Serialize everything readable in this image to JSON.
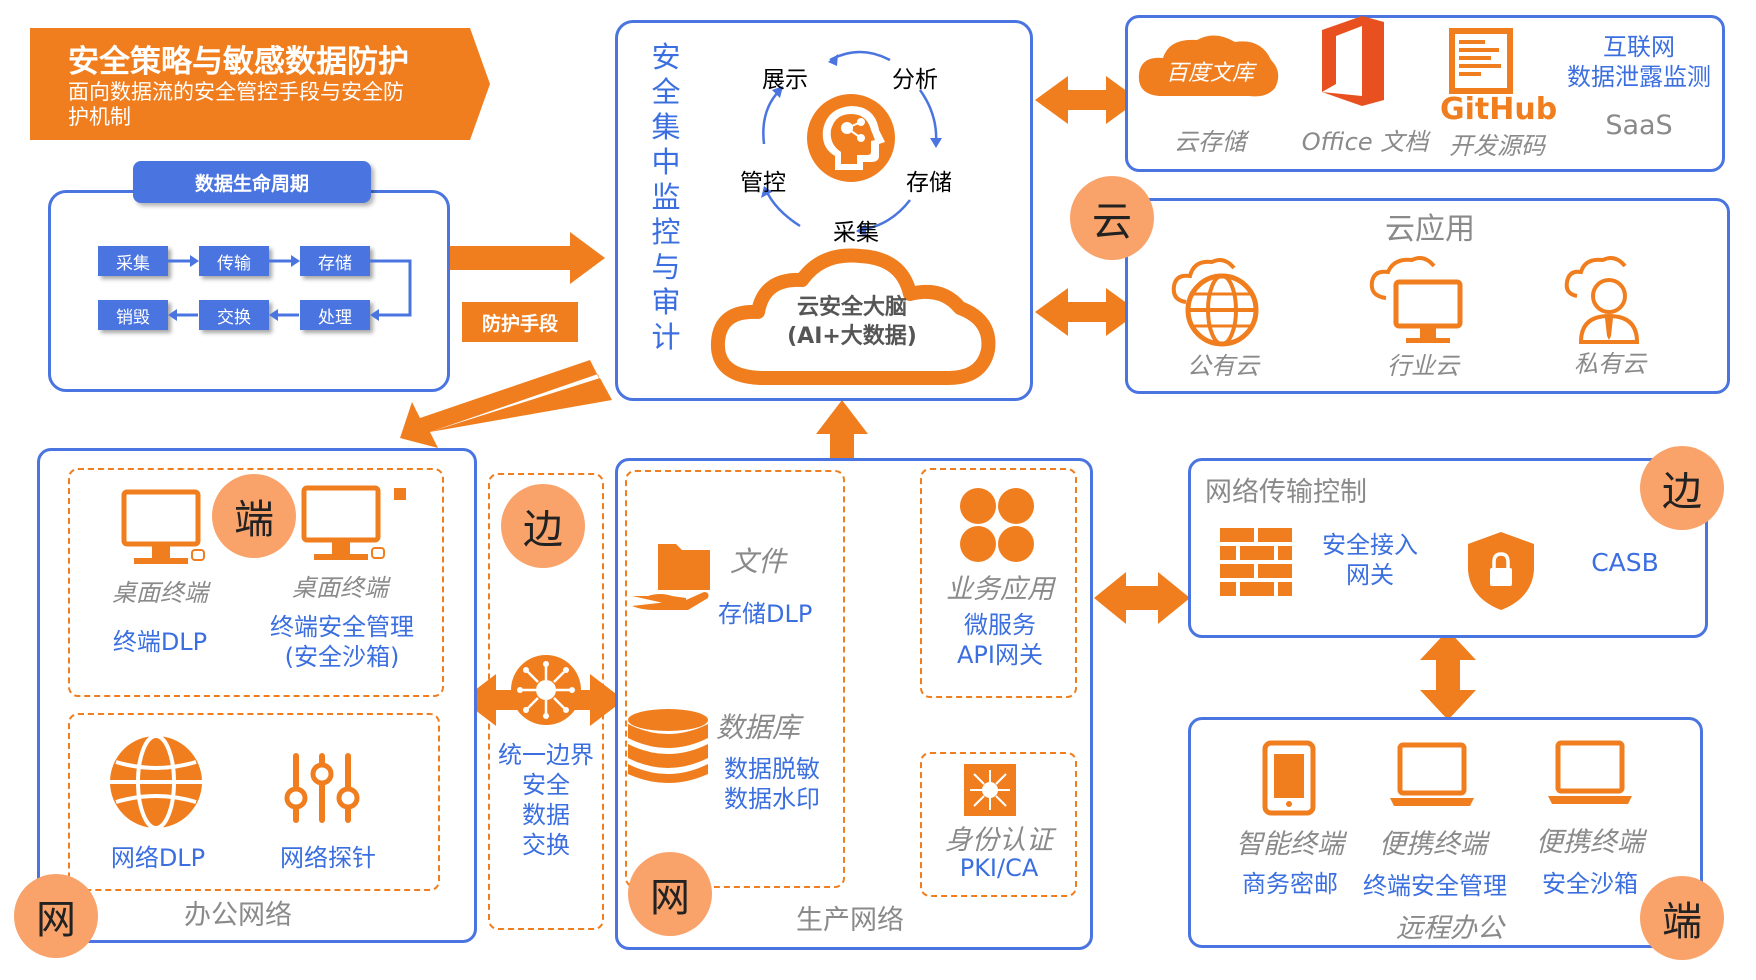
{
  "title": {
    "main": "安全策略与敏感数据防护",
    "sub_line1": "面向数据流的安全管控手段与安全防",
    "sub_line2": "护机制"
  },
  "lifecycle": {
    "header": "数据生命周期",
    "steps": [
      "采集",
      "传输",
      "存储",
      "销毁",
      "交换",
      "处理"
    ],
    "protect_label": "防护手段"
  },
  "center": {
    "vertical_title": [
      "安",
      "全",
      "集",
      "中",
      "监",
      "控",
      "与",
      "审",
      "计"
    ],
    "cycle": [
      "展示",
      "分析",
      "存储",
      "采集",
      "管控"
    ],
    "brain_line1": "云安全大脑",
    "brain_line2": "(AI+大数据)"
  },
  "saas": {
    "baidu": "百度文库",
    "items": [
      {
        "label": "云存储"
      },
      {
        "label": "Office 文档"
      },
      {
        "label": "开发源码"
      }
    ],
    "github_text": "GitHub",
    "dlp_line1": "互联网",
    "dlp_line2": "数据泄露监测",
    "saas_label": "SaaS"
  },
  "cloud": {
    "badge": "云",
    "title": "云应用",
    "items": [
      "公有云",
      "行业云",
      "私有云"
    ]
  },
  "office": {
    "badge_top": "端",
    "badge_bottom": "网",
    "terminal1_label": "桌面终端",
    "terminal1_value": "终端DLP",
    "terminal2_label": "桌面终端",
    "terminal2_value_line1": "终端安全管理",
    "terminal2_value_line2": "(安全沙箱)",
    "net_dlp": "网络DLP",
    "net_probe": "网络探针",
    "footer": "办公网络"
  },
  "border": {
    "badge": "边",
    "lines": [
      "统一边界",
      "安全",
      "数据",
      "交换"
    ]
  },
  "production": {
    "badge": "网",
    "file_label": "文件",
    "file_value": "存储DLP",
    "db_label": "数据库",
    "db_value_line1": "数据脱敏",
    "db_value_line2": "数据水印",
    "biz_label": "业务应用",
    "biz_value_line1": "微服务",
    "biz_value_line2": "API网关",
    "id_label": "身份认证",
    "id_value": "PKI/CA",
    "footer": "生产网络"
  },
  "transport": {
    "badge": "边",
    "title": "网络传输控制",
    "access_line1": "安全接入",
    "access_line2": "网关",
    "casb": "CASB"
  },
  "remote": {
    "badge": "端",
    "items": [
      {
        "label": "智能终端",
        "value": "商务密邮"
      },
      {
        "label": "便携终端",
        "value": "终端安全管理"
      },
      {
        "label": "便携终端",
        "value": "安全沙箱"
      }
    ],
    "footer": "远程办公"
  },
  "colors": {
    "blue": "#4a74e0",
    "orange": "#f07e1e",
    "badge": "#f9a36b"
  }
}
